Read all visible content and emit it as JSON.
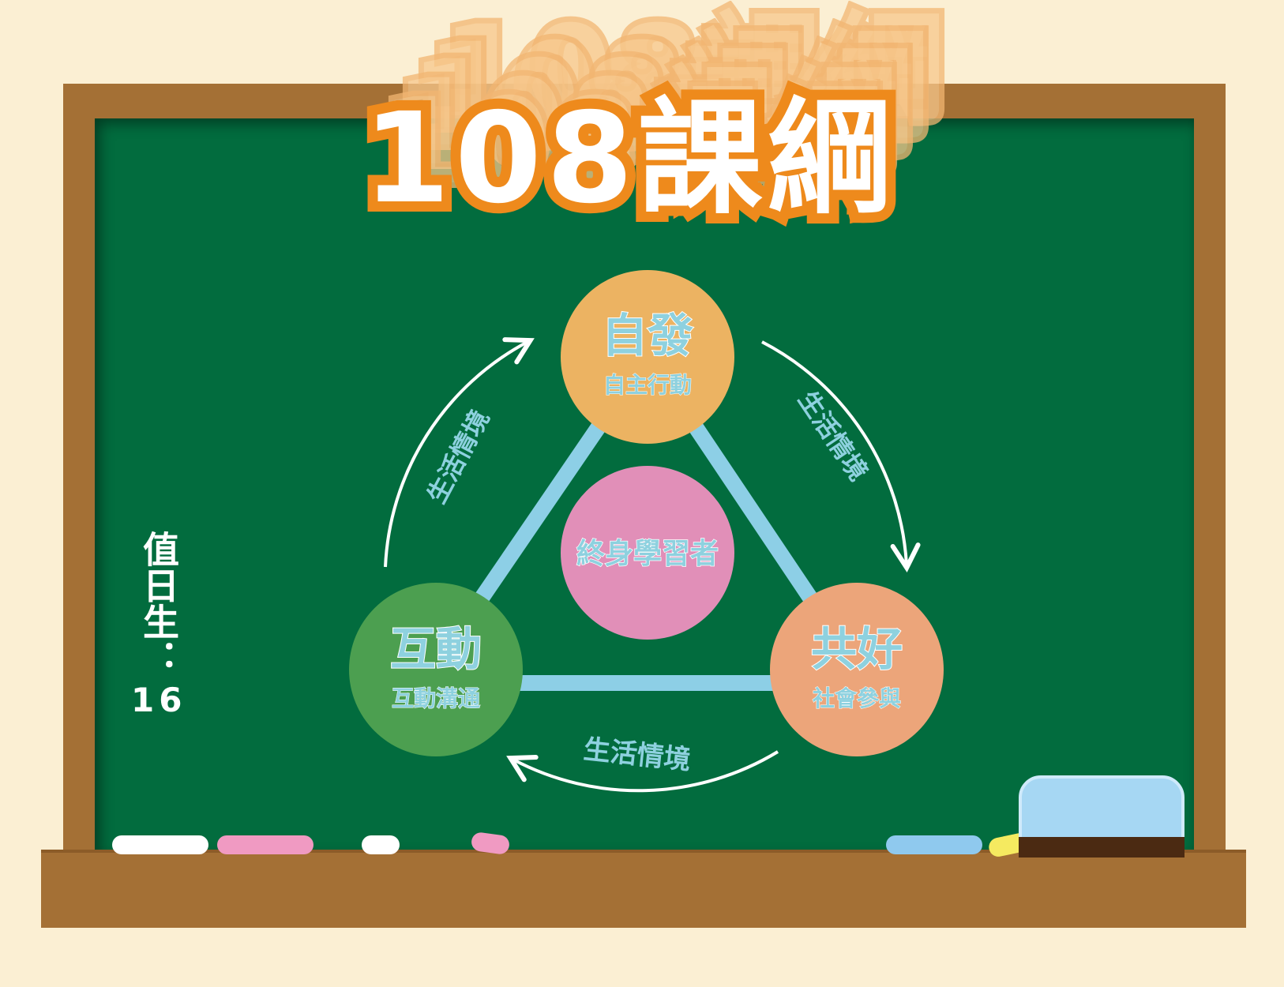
{
  "title": "108課綱",
  "duty": {
    "label": "值日生",
    "colon": "：",
    "number": "16"
  },
  "center": {
    "label": "終身學習者"
  },
  "nodes": [
    {
      "title": "自發",
      "subtitle": "自主行動",
      "color": "#ecb362"
    },
    {
      "title": "共好",
      "subtitle": "社會參與",
      "color": "#eca57a"
    },
    {
      "title": "互動",
      "subtitle": "互動溝通",
      "color": "#4c9f50"
    }
  ],
  "arrow_labels": {
    "left": "生活情境",
    "right": "生活情境",
    "bottom": "生活情境"
  },
  "colors": {
    "board": "#026c3e",
    "frame": "#a47035",
    "background": "#fbefd3",
    "triangle": "#8dcfe6",
    "center_circle": "#e18fb8",
    "node_text": "#8ed1df",
    "title_stroke": "#ee8a1c"
  },
  "chalks": [
    "#ffffff",
    "#f09ac2",
    "#ffffff",
    "#f09ac2",
    "#8fc9ee",
    "#f5ea60"
  ]
}
